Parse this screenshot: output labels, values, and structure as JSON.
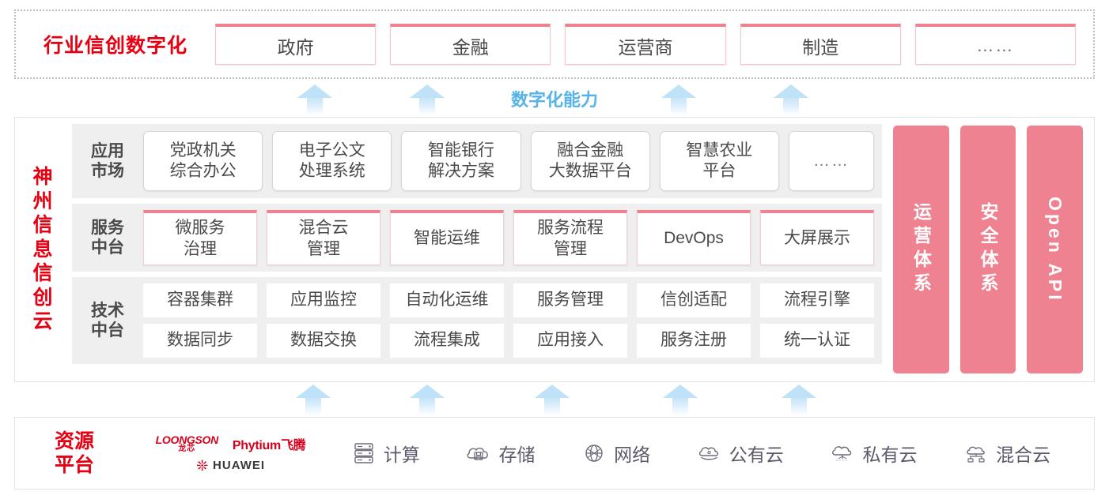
{
  "industry": {
    "title": "行业信创数字化",
    "cards": [
      {
        "label": "政府"
      },
      {
        "label": "金融"
      },
      {
        "label": "运营商"
      },
      {
        "label": "制造"
      },
      {
        "label": "……"
      }
    ]
  },
  "capability": {
    "label": "数字化能力",
    "arrow_count": 4,
    "arrow_color": "#bfe2f8",
    "label_color": "#55b3e8"
  },
  "cloud": {
    "title": "神州信息信创云",
    "title_chars": [
      "神",
      "州",
      "信",
      "息",
      "信",
      "创",
      "云"
    ],
    "rows": [
      {
        "label": "应用\n市场",
        "label_lines": [
          "应用",
          "市场"
        ],
        "cards": [
          {
            "label": "党政机关\n综合办公",
            "lines": [
              "党政机关",
              "综合办公"
            ]
          },
          {
            "label": "电子公文\n处理系统",
            "lines": [
              "电子公文",
              "处理系统"
            ]
          },
          {
            "label": "智能银行\n解决方案",
            "lines": [
              "智能银行",
              "解决方案"
            ]
          },
          {
            "label": "融合金融\n大数据平台",
            "lines": [
              "融合金融",
              "大数据平台"
            ]
          },
          {
            "label": "智慧农业\n平台",
            "lines": [
              "智慧农业",
              "平台"
            ]
          },
          {
            "label": "……",
            "lines": [
              "……"
            ],
            "dots": true
          }
        ]
      },
      {
        "label": "服务\n中台",
        "label_lines": [
          "服务",
          "中台"
        ],
        "cards": [
          {
            "label": "微服务\n治理",
            "lines": [
              "微服务",
              "治理"
            ]
          },
          {
            "label": "混合云\n管理",
            "lines": [
              "混合云",
              "管理"
            ]
          },
          {
            "label": "智能运维",
            "lines": [
              "智能运维"
            ]
          },
          {
            "label": "服务流程\n管理",
            "lines": [
              "服务流程",
              "管理"
            ]
          },
          {
            "label": "DevOps",
            "lines": [
              "DevOps"
            ]
          },
          {
            "label": "大屏展示",
            "lines": [
              "大屏展示"
            ]
          }
        ]
      },
      {
        "label": "技术\n中台",
        "label_lines": [
          "技术",
          "中台"
        ],
        "grid": [
          [
            "容器集群",
            "应用监控",
            "自动化运维",
            "服务管理",
            "信创适配",
            "流程引擎"
          ],
          [
            "数据同步",
            "数据交换",
            "流程集成",
            "应用接入",
            "服务注册",
            "统一认证"
          ]
        ]
      }
    ],
    "vertical_panels": [
      {
        "label": "运营体系",
        "lang": "cn"
      },
      {
        "label": "安全体系",
        "lang": "cn"
      },
      {
        "label": "Open API",
        "lang": "en"
      }
    ],
    "panel_color": "#ef8290"
  },
  "lower_arrows": {
    "arrow_count": 5,
    "arrow_color": "#bfe2f8"
  },
  "resource": {
    "title": "资源平台",
    "title_lines": [
      "资源",
      "平台"
    ],
    "vendors": [
      {
        "name": "LOONGSON",
        "cn": "龙芯",
        "type": "loongson"
      },
      {
        "name": "Phytium飞腾",
        "type": "phytium"
      },
      {
        "name": "HUAWEI",
        "type": "huawei"
      }
    ],
    "items": [
      {
        "label": "计算",
        "icon": "server-icon"
      },
      {
        "label": "存储",
        "icon": "cloud-storage-icon"
      },
      {
        "label": "网络",
        "icon": "network-globe-icon"
      },
      {
        "label": "公有云",
        "icon": "public-cloud-icon"
      },
      {
        "label": "私有云",
        "icon": "private-cloud-icon"
      },
      {
        "label": "混合云",
        "icon": "hybrid-cloud-icon"
      }
    ]
  },
  "colors": {
    "brand_red": "#e60012",
    "panel_pink": "#ef8290",
    "card_top_pink": "#ef8290",
    "arrow_blue": "#bfe2f8",
    "row_bg": "#efefef"
  }
}
